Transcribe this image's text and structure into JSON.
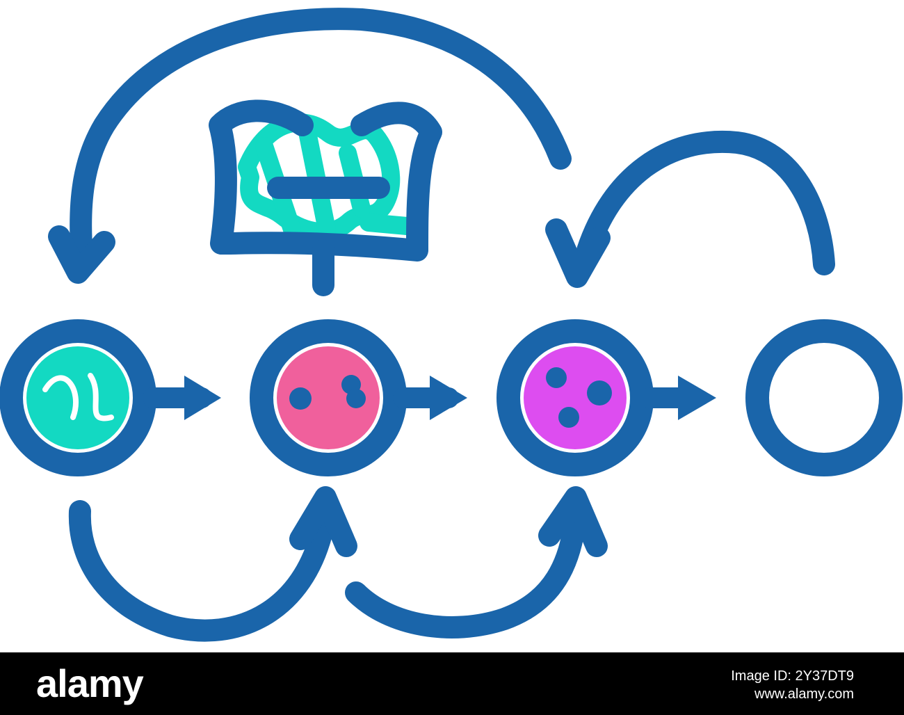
{
  "colors": {
    "outline": "#1a65aa",
    "teal": "#13d9c2",
    "pink": "#f0609c",
    "magenta": "#dd4df0",
    "footer_bg": "#000000",
    "footer_text": "#ffffff"
  },
  "icons": [
    "book-icon",
    "cell-stage-1-icon",
    "cell-stage-2-icon",
    "cell-stage-3-icon",
    "cell-stage-4-icon"
  ],
  "footer": {
    "logo": "alamy",
    "image_id_label": "Image ID: 2Y37DT9",
    "site": "www.alamy.com"
  }
}
